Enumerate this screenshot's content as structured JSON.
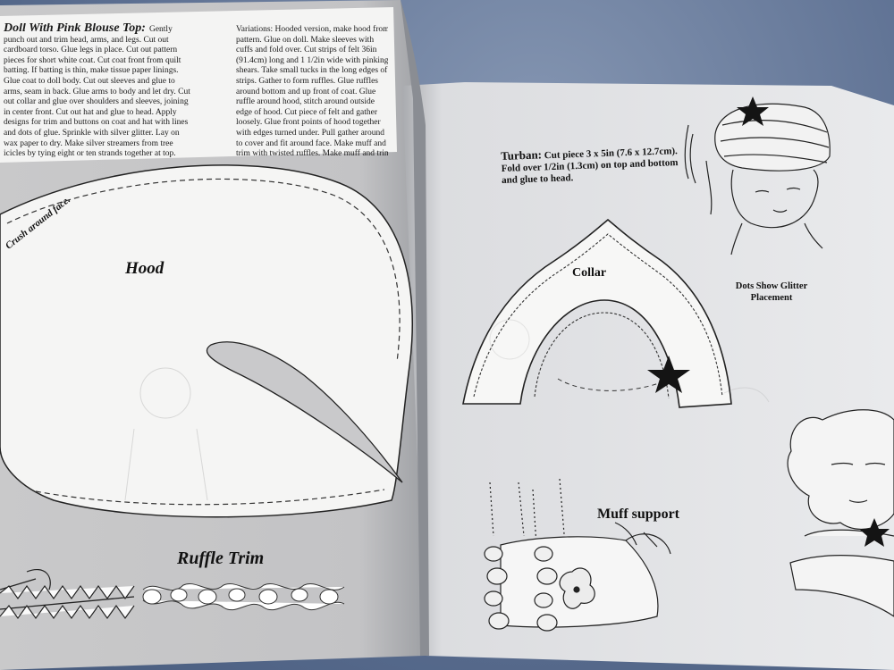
{
  "left_page": {
    "section_title": "Doll With Pink Blouse Top:",
    "instructions_col1": "Gently punch out and trim head, arms, and legs. Cut out cardboard torso. Glue legs in place. Cut out pattern pieces for short white coat. Cut coat front from quilt batting. If batting is thin, make tissue paper linings. Glue coat to doll body. Cut out sleeves and glue to arms, seam in back. Glue arms to body and let dry. Cut out collar and glue over shoulders and sleeves, joining in center front. Cut out hat and glue to head. Apply designs for trim and buttons on coat and hat with lines and dots of glue. Sprinkle with silver glitter. Lay on wax paper to dry. Make silver streamers from tree icicles by tying eight or ten strands together at top. Glue to center of collar. Glue star over top of strand ends. Cut streamers even with bottoms of coat. Make similar, but shorter streamers for hat and glue to hat top. Glue silver star over edge of top at base of streamers. Make tiny foil-wrapped Christmas gift and glue in",
    "instructions_col2": "Variations: Hooded version, make hood from pattern. Glue on doll. Make sleeves with cuffs and fold over. Cut strips of felt 36in (91.4cm) long and 1 1/2in wide with pinking shears. Take small tucks in the long edges of strips. Gather to form ruffles. Glue ruffles around bottom and up front of coat. Glue ruffle around hood, stitch around outside edge of hood. Cut piece of felt and gather loosely. Glue front points of hood together with edges turned under. Pull gather around to cover and fit around face. Make muff and trim with twisted ruffles. Make muff and trim with rickrack and tiny felt holly leaves and red bead berries. Glue ruffles to edges with 8in (20.3cm) silver cord. Touch costume lightly with glitter. You might make this version with a velvet coat trimmed with braid, embroidery, or glitter. The skirt may be done in lace over satin and trimmed with silk ribbons.",
    "crush_label": "Crush around face.",
    "hood_label": "Hood",
    "ruffle_label": "Ruffle Trim"
  },
  "right_page": {
    "turban_title": "Turban:",
    "turban_text": "Cut piece 3 x 5in (7.6 x 12.7cm). Fold over 1/2in (1.3cm) on top and bottom and glue to head.",
    "collar_label": "Collar",
    "dots_label": "Dots Show Glitter Placement",
    "muff_label": "Muff support"
  },
  "colors": {
    "pattern_fill": "#f3f3f2",
    "page_gray": "#c6c7c8",
    "right_page": "#e4e5e7",
    "star": "#141414"
  }
}
